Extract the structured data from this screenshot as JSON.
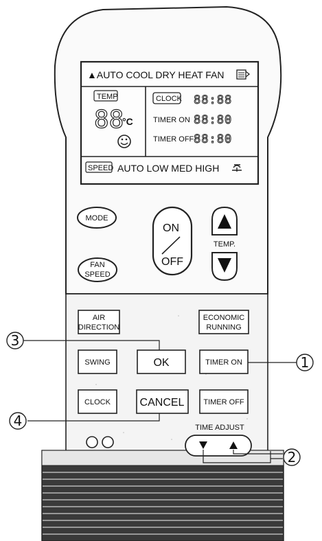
{
  "lcd": {
    "mode_row": "▲AUTO COOL DRY HEAT FAN",
    "temp_label": "TEMP",
    "temp_digits": "88",
    "temp_unit": "°C",
    "clock_label": "CLOCK",
    "clock_value": "88:88",
    "timer_on_label": "TIMER ON",
    "timer_on_value": "88:80",
    "timer_off_label": "TIMER OFF",
    "timer_off_value": "88:80",
    "speed_label": "SPEED",
    "speed_row": "AUTO LOW MED HIGH"
  },
  "buttons": {
    "mode": "MODE",
    "fan_speed_line1": "FAN",
    "fan_speed_line2": "SPEED",
    "on": "ON",
    "off": "OFF",
    "temp": "TEMP.",
    "air_direction_line1": "AIR",
    "air_direction_line2": "DIRECTION",
    "economic_line1": "ECONOMIC",
    "economic_line2": "RUNNING",
    "swing": "SWING",
    "ok": "OK",
    "timer_on": "TIMER ON",
    "clock": "CLOCK",
    "cancel": "CANCEL",
    "timer_off": "TIMER OFF",
    "time_adjust": "TIME ADJUST"
  },
  "callouts": {
    "c1": "1",
    "c2": "2",
    "c3": "3",
    "c4": "4"
  }
}
